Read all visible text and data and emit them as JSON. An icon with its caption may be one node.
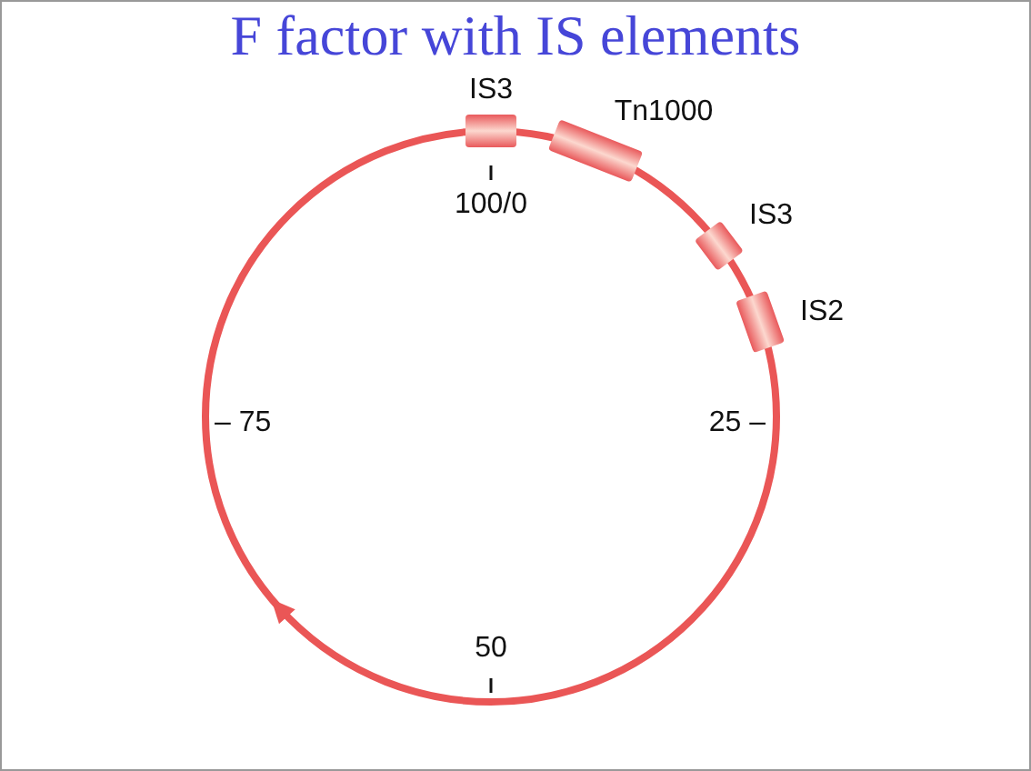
{
  "diagram": {
    "title": "F factor with IS elements",
    "nodes": [
      {
        "text": [
          "IS3"
        ]
      },
      {
        "text": [
          "Tn1000"
        ]
      },
      {
        "text": [
          "IS3"
        ]
      },
      {
        "text": [
          "IS2"
        ]
      }
    ],
    "labels": [
      "100/0",
      "– 75",
      "25 –",
      "50"
    ]
  }
}
